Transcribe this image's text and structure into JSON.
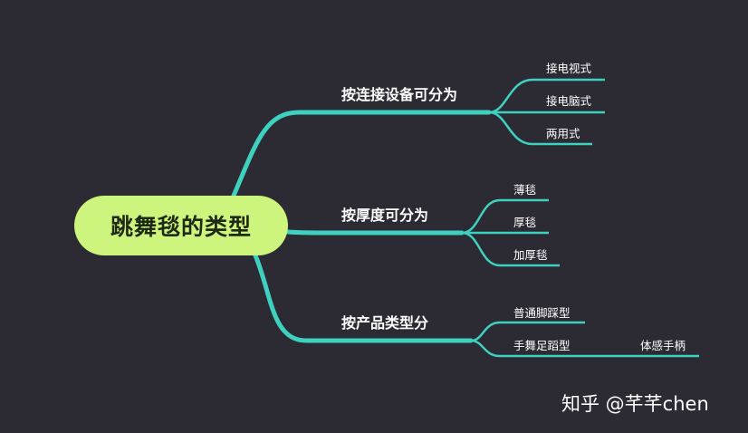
{
  "mindmap": {
    "root": {
      "label": "跳舞毯的类型"
    },
    "branches": [
      {
        "label": "按连接设备可分为",
        "children": [
          {
            "label": "接电视式"
          },
          {
            "label": "接电脑式"
          },
          {
            "label": "两用式"
          }
        ]
      },
      {
        "label": "按厚度可分为",
        "children": [
          {
            "label": "薄毯"
          },
          {
            "label": "厚毯"
          },
          {
            "label": "加厚毯"
          }
        ]
      },
      {
        "label": "按产品类型分",
        "children": [
          {
            "label": "普通脚踩型"
          },
          {
            "label": "手舞足蹈型",
            "children": [
              {
                "label": "体感手柄"
              }
            ]
          }
        ]
      }
    ]
  },
  "watermark": {
    "text": "知乎 @芊芊chen"
  },
  "colors": {
    "background": "#2c2a33",
    "root_fill": "#cdf57d",
    "connector": "#3fd1c0",
    "text": "#ffffff"
  }
}
